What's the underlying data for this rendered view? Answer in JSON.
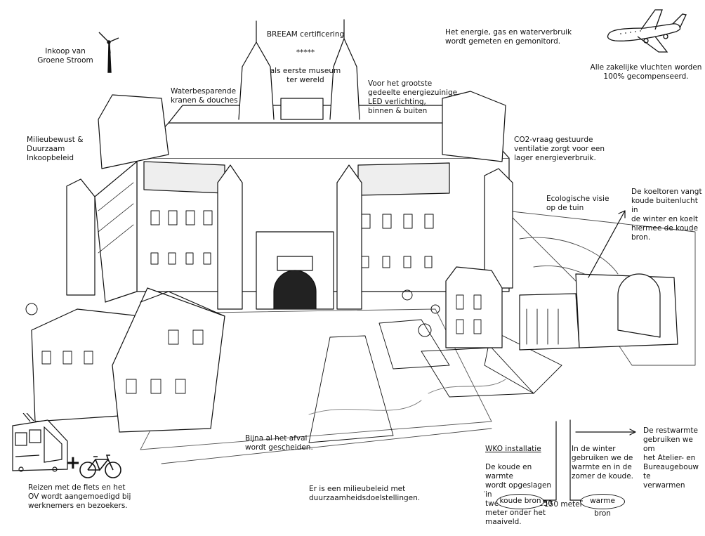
{
  "annotations": {
    "green_power": "Inkoop van\nGroene Stroom",
    "breeam_title": "BREEAM certificering",
    "breeam_stars": "*****",
    "breeam_sub": "als eerste museum\nter wereld",
    "metering": "Het energie, gas en waterverbruik\nwordt gemeten en gemonitord.",
    "flights": "Alle zakelijke vluchten worden\n100% gecompenseerd.",
    "water_saving": "Waterbesparende\nkranen & douches",
    "led": "Voor het grootste\ngedeelte energiezuinige\nLED verlichting,\nbinnen & buiten",
    "purchasing": "Milieubewust &\nDuurzaam\nInkoopbeleid",
    "co2": "CO2-vraag gestuurde\nventilatie zorgt voor een\nlager energieverbruik.",
    "garden": "Ecologische visie\nop de tuin",
    "cooling_tower": "De koeltoren vangt\nkoude buitenlucht in\nde winter en koelt\nhiermee de koude\nbron.",
    "waste": "Bijna al het afval\nwordt gescheiden.",
    "wko_title": "WKO installatie",
    "wko_body": "De koude en warmte\nwordt opgeslagen in\ntwee bronnen 150\nmeter onder het\nmaaiveld.",
    "winter_summer": "In de winter\ngebruiken we de\nwarmte en in de\nzomer de koude.",
    "residual_heat": "De restwarmte\ngebruiken we om\nhet Atelier- en\nBureaugebouw te\nverwarmen",
    "cycling": "Reizen met de fiets en het\nOV wordt aangemoedigd bij\nwerknemers en bezoekers.",
    "policy": "Er is een milieubeleid met\nduurzaamheidsdoelstellingen.",
    "cold_source": "koude bron",
    "warm_source": "warme bron",
    "distance": "150 meter"
  },
  "icons": [
    "wind-turbine-icon",
    "airplane-icon",
    "tram-icon",
    "plus-icon",
    "bicycle-icon"
  ],
  "colors": {
    "ink": "#111111",
    "paper": "#ffffff"
  }
}
